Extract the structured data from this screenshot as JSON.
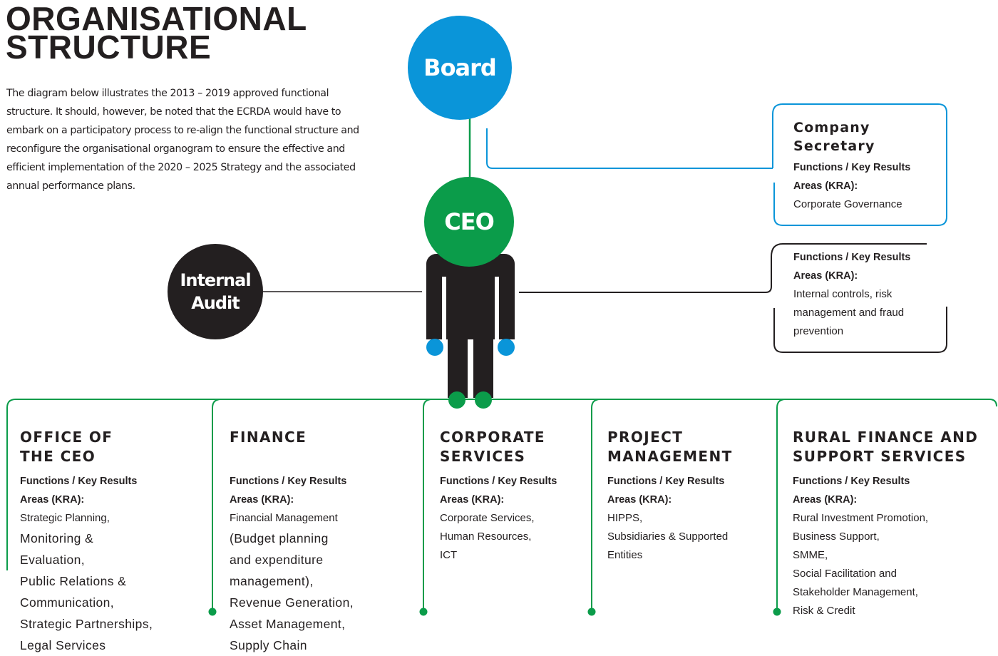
{
  "header": {
    "title": "ORGANISATIONAL\nSTRUCTURE",
    "intro": "The diagram below illustrates the 2013 – 2019 approved functional structure. It should, however, be noted that the ECRDA would have to embark on a participatory process to re-align the functional structure and reconfigure the organisational organogram to ensure the effective and efficient implementation of the 2020 – 2025 Strategy and the associated annual performance plans."
  },
  "nodes": {
    "board": "Board",
    "ceo": "CEO",
    "internal_audit": "Internal\nAudit"
  },
  "company_secretary": {
    "title": "Company\nSecretary",
    "kra_label": "Functions / Key Results Areas (KRA):",
    "kra_text": "Corporate Governance"
  },
  "audit_box": {
    "kra_label": "Functions / Key Results Areas (KRA):",
    "kra_text": "Internal controls, risk management and fraud prevention"
  },
  "departments": [
    {
      "title": "OFFICE OF\nTHE CEO",
      "kra_label": "Functions / Key Results Areas (KRA):",
      "functions": [
        "Strategic Planning,",
        "Monitoring &",
        "Evaluation,",
        "Public Relations &",
        "Communication,",
        "Strategic Partnerships,",
        "Legal Services"
      ]
    },
    {
      "title": "FINANCE",
      "kra_label": "Functions / Key Results Areas (KRA):",
      "functions": [
        "Financial Management",
        "(Budget planning",
        "and expenditure",
        "management),",
        "Revenue Generation,",
        "Asset Management,",
        "Supply Chain"
      ]
    },
    {
      "title": "CORPORATE\nSERVICES",
      "kra_label": "Functions / Key Results Areas (KRA):",
      "functions": [
        "Corporate Services,",
        "Human Resources,",
        "ICT"
      ]
    },
    {
      "title": "PROJECT\nMANAGEMENT",
      "kra_label": "Functions / Key Results Areas (KRA):",
      "functions": [
        "HIPPS,",
        "Subsidiaries & Supported",
        "Entities"
      ]
    },
    {
      "title": "RURAL FINANCE AND\nSUPPORT SERVICES",
      "kra_label": "Functions / Key Results Areas (KRA):",
      "functions": [
        "Rural Investment Promotion,",
        "Business Support,",
        "SMME,",
        "Social Facilitation and",
        "Stakeholder Management,",
        "Risk & Credit"
      ]
    }
  ],
  "colors": {
    "board_blue": "#0a95d9",
    "ceo_green": "#0b9c4a",
    "dark": "#231f20"
  }
}
